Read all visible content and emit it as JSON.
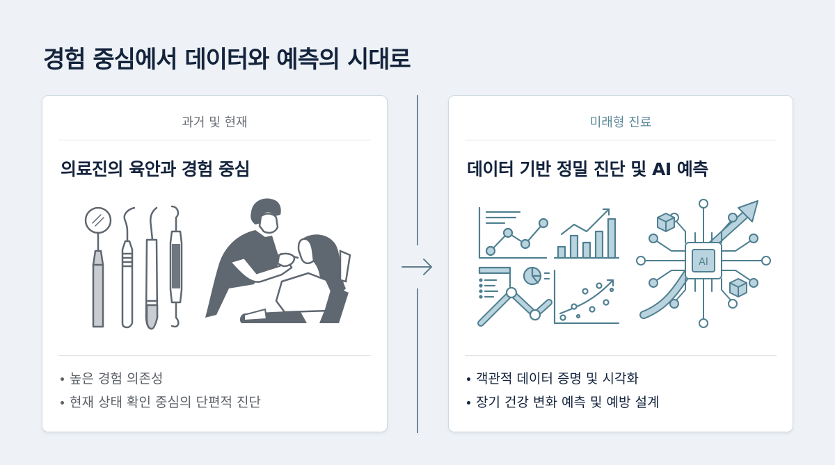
{
  "title": "경험 중심에서 데이터와 예측의 시대로",
  "left_card": {
    "label": "과거 및 현재",
    "heading": "의료진의 육안과 경험 중심",
    "illustration": [
      "dental-instruments-icon",
      "dentist-treating-patient-icon"
    ],
    "bullets": [
      "높은 경험 의존성",
      "현재 상태 확인 중심의 단편적 진단"
    ]
  },
  "right_card": {
    "label": "미래형 진료",
    "heading": "데이터 기반 정밀 진단 및 AI 예측",
    "illustration": [
      "data-charts-icon",
      "ai-chip-network-icon"
    ],
    "ai_chip_text": "AI",
    "bullets": [
      "객관적 데이터 증명 및 시각화",
      "장기 건강 변화 예측 및 예방 설계"
    ]
  },
  "transition": {
    "icon": "arrow-right-icon"
  },
  "colors": {
    "background": "#eef2f6",
    "title": "#13233c",
    "past_label": "#6a6f76",
    "future_label": "#5b8898",
    "past_illustration": "#5f6770",
    "future_illustration": "#4f7f90",
    "future_fill": "#b9d3df",
    "divider": "#6f8a99"
  }
}
